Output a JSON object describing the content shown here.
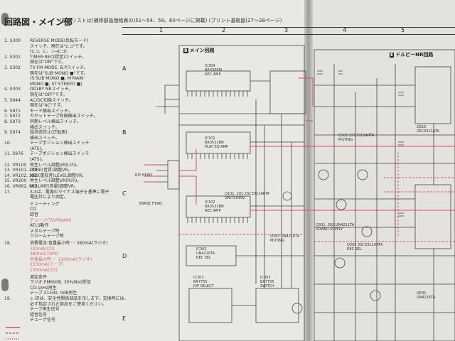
{
  "header": {
    "title": "回路図・メイン部",
    "subtitle": "(部品リストは(補修部品価格表の)51～54、59、60ページに掲載) (プリント基板図(27～28ページ)",
    "columns": [
      "1",
      "2",
      "3",
      "4",
      "5"
    ],
    "rows": [
      "A",
      "B",
      "C",
      "D",
      "E"
    ],
    "sections": [
      {
        "badge": "B",
        "label": "メイン回路"
      },
      {
        "badge": "E",
        "label": "ドルビーNR回路"
      }
    ]
  },
  "legend": {
    "switches": [
      {
        "num": "1. S300",
        "text": "REVERSE MODE(反転モード)"
      },
      {
        "num": "",
        "text": "スイッチ、現在は\"⊏⊐\"です。"
      },
      {
        "num": "",
        "text": "(⊏⊐、⊏、⊃→⊏⊐)"
      },
      {
        "num": "2. S301",
        "text": "TIMER·REC(録音)スイッチ。"
      },
      {
        "num": "",
        "text": "現在は\"ON\"です。"
      },
      {
        "num": "3. S302",
        "text": "TV·FM MODE, B.Pスイッチ。"
      },
      {
        "num": "",
        "text": "現在は\"SUB·MONO ■\"です。"
      },
      {
        "num": "",
        "text": "(S·SUB·MONO ■, M·MAIN·"
      },
      {
        "num": "",
        "text": "MONO ■, ST·STEREO ■)"
      },
      {
        "num": "4. S303",
        "text": "DOLBY NRスイッチ。"
      },
      {
        "num": "",
        "text": "現在は\"OFF\"です。"
      },
      {
        "num": "5. S644",
        "text": "AC/DC切換スイッチ。"
      },
      {
        "num": "",
        "text": "現在は\"AC\"です。"
      },
      {
        "num": "6. S971",
        "text": "モード検出スイッチ。"
      },
      {
        "num": "7. S972",
        "text": "カセットテープ有無検出スイッチ。"
      },
      {
        "num": "8. S973",
        "text": "同期レベル検出スイッチ。"
      },
      {
        "num": "",
        "text": "検出スイッチ。"
      },
      {
        "num": "9. S974",
        "text": "誤消去防止(正転側)"
      },
      {
        "num": "",
        "text": "検出スイッチ。"
      },
      {
        "num": "10.",
        "text": "テープポジション検出スイッチ"
      },
      {
        "num": "",
        "text": "(ATS)。"
      },
      {
        "num": "11. S976",
        "text": "テープポジション検出スイッチ"
      },
      {
        "num": "",
        "text": "(ATS)。"
      },
      {
        "num": "12. VR100",
        "text": "再生レベル調整VR(Lch)。"
      },
      {
        "num": "13. VR101, 201",
        "text": "TONE(音質)調整VR。"
      },
      {
        "num": "14. VR102, 202",
        "text": "XBS(重低音)LEVEL調整VR。"
      },
      {
        "num": "15. VR200",
        "text": "再生レベル調整VR(Rch)。"
      },
      {
        "num": "16. VR662, 663",
        "text": "VOLUME(音量)調整VR。"
      },
      {
        "num": "17.",
        "text": "X-Xは、電源のマイナス端子を基準に電子"
      },
      {
        "num": "",
        "text": "電圧計により測定。"
      }
    ],
    "modes": [
      {
        "text": "ミューティング",
        "pink": false
      },
      {
        "text": "CD",
        "pink": false
      },
      {
        "text": "録音",
        "pink": false
      },
      {
        "text": "チューナ(TV/FM/AM)",
        "pink": true
      },
      {
        "text": "ATLS動作",
        "pink": false
      },
      {
        "text": "メタルテープ時",
        "pink": false
      },
      {
        "text": "クロームテープ時",
        "pink": false
      }
    ],
    "power": [
      {
        "num": "18.",
        "text": "消費電流:音量最小時 ··· 380mA(ラジオ)"
      },
      {
        "num": "",
        "text": "320mA(CD)"
      },
      {
        "num": "",
        "text": "380mA(TAPE)"
      },
      {
        "num": "",
        "text": "音量最大時 ··· 1100mA(ラジオ)"
      },
      {
        "num": "",
        "text": "1530mA(テープ)"
      },
      {
        "num": "",
        "text": "1950mA(CD)"
      }
    ],
    "conditions": [
      {
        "num": "",
        "text": "測定条件"
      },
      {
        "num": "",
        "text": "ラジオ:FM60dB, 30%Mod受信"
      },
      {
        "num": "",
        "text": "CD:1kHz再生"
      },
      {
        "num": "",
        "text": "テープ:315Hz, 0dB再生"
      },
      {
        "num": "19.",
        "text": "⚠ 印は、安全性関係部品を示します。交換時には、"
      },
      {
        "num": "",
        "text": "必ず指定された部品をご使用ください。"
      },
      {
        "num": "",
        "text": "テープ再生信号"
      },
      {
        "num": "",
        "text": "録音信号"
      },
      {
        "num": "",
        "text": "チューナ信号"
      }
    ]
  },
  "schematic": {
    "ics": [
      {
        "ref": "IC304",
        "part": "BA3308M",
        "desc": "REC AMP"
      },
      {
        "ref": "IC101",
        "part": "BA3521BN",
        "desc": "PLAY EQ AMP"
      },
      {
        "ref": "IC102",
        "part": "BA3521BN",
        "desc": "REC AMP"
      },
      {
        "ref": "IC302",
        "part": "UN4216TA",
        "desc": "REC SEL"
      },
      {
        "ref": "IC303",
        "part": "BA7755",
        "desc": "R/P SELECT"
      },
      {
        "ref": "IC305",
        "part": "BA7755",
        "desc": "SWITCH"
      }
    ],
    "transistors": [
      {
        "ref": "Q102",
        "part": "2SC3311ARTA",
        "desc": "MUTING"
      },
      {
        "ref": "Q101, 201",
        "part": "2SC3311ARTA",
        "desc": "SWITCHING"
      },
      {
        "ref": "Q301, 302",
        "part": "UN4211TA",
        "desc": "POWER SUPPLY"
      },
      {
        "ref": "Q303",
        "part": "2SC3311ARTA",
        "desc": "REC SEL"
      },
      {
        "ref": "Q305",
        "part": "UN4216TA",
        "desc": "MUTING"
      },
      {
        "ref": "Q515",
        "part": "2SC3311ATA",
        "desc": ""
      },
      {
        "ref": "Q631",
        "part": "UN4216TA",
        "desc": ""
      }
    ],
    "labels": {
      "head": "R/P HEAD",
      "erase": "ERASE HEAD"
    }
  }
}
